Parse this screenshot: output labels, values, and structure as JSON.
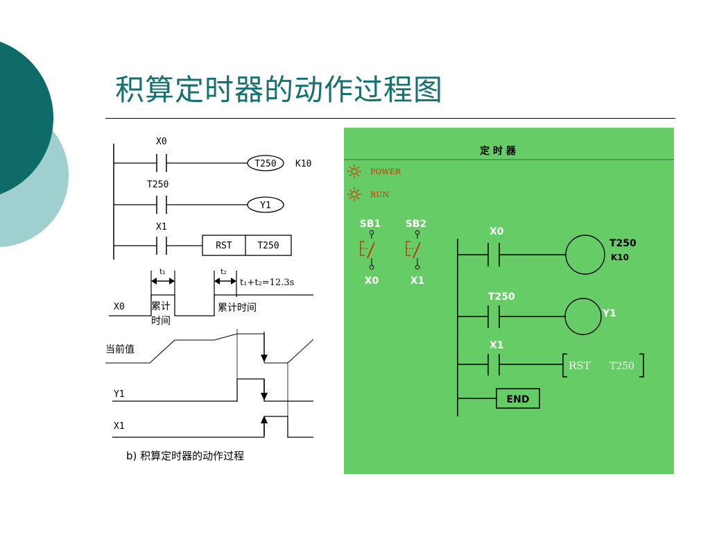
{
  "slide": {
    "title": "积算定时器的动作过程图",
    "colors": {
      "title": "#14716f",
      "circle_dark": "#0f6b68",
      "circle_light": "#9fcfcf",
      "panel_bg": "#66cc66",
      "lamp": "#cc3300"
    }
  },
  "ladder_left": {
    "contacts": [
      "X0",
      "T250",
      "X1"
    ],
    "coils": [
      "T250",
      "Y1"
    ],
    "k_value": "K10",
    "reset_box": [
      "RST",
      "T250"
    ]
  },
  "timing": {
    "t1": "t₁",
    "t2": "t₂",
    "formula": "t₁+t₂=12.3s",
    "accum_1_line1": "累计",
    "accum_1_line2": "时间",
    "accum_2": "累计时间",
    "signal_labels": [
      "X0",
      "当前值",
      "Y1",
      "X1"
    ],
    "caption": "b) 积算定时器的动作过程"
  },
  "panel": {
    "title": "定 时 器",
    "lamps": [
      "POWER",
      "RUN"
    ],
    "switches": [
      {
        "name": "SB1",
        "input": "X0"
      },
      {
        "name": "SB2",
        "input": "X1"
      }
    ],
    "contacts": [
      "X0",
      "T250",
      "X1"
    ],
    "coil_t250": "T250",
    "coil_k": "K10",
    "coil_y1": "Y1",
    "rst_label": "RST",
    "rst_target": "T250",
    "end_label": "END"
  }
}
